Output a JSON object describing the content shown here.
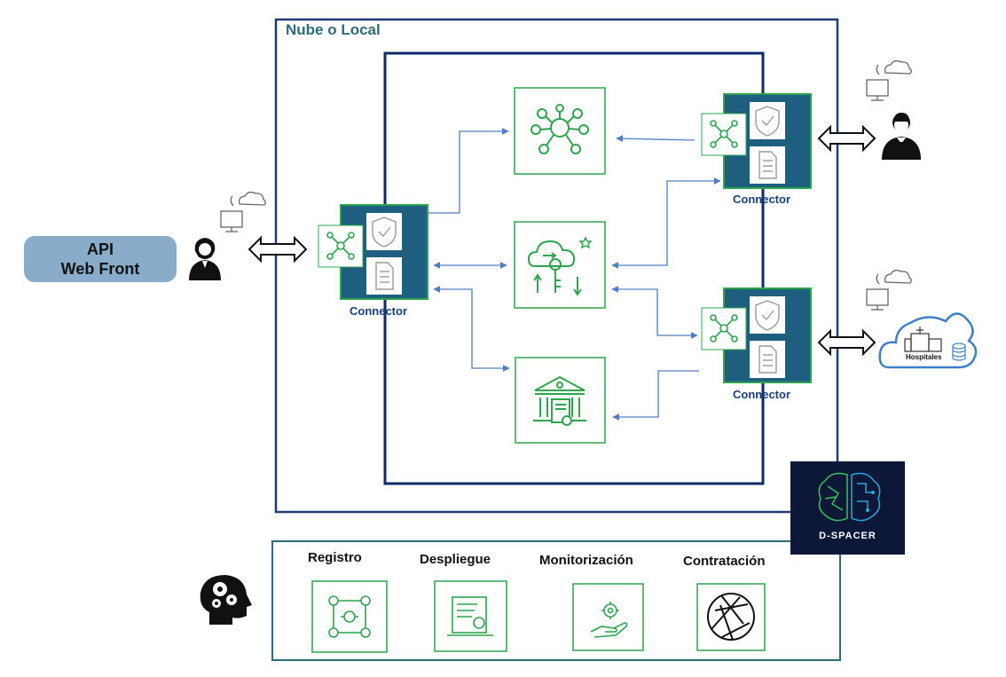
{
  "diagram": {
    "outer_title": "Nube o Local",
    "connector_label": "Connector",
    "api_box": {
      "line1": "API",
      "line2": "Web Front"
    },
    "dspacer_label": "D-SPACER",
    "hospital_label": "Hospitales",
    "services": [
      "Registro",
      "Despliegue",
      "Monitorización",
      "Contratación"
    ]
  },
  "colors": {
    "frame": "#1f3b73",
    "teal_frame": "#2e6a7a",
    "connector_fill": "#1e5e7e",
    "green": "#2ea44f",
    "arrow": "#4f7fc2",
    "api_box": "#8aaccb",
    "dspacer_bg": "#0d1838"
  },
  "icons": {
    "connector": [
      "network-icon",
      "shield-check-icon",
      "document-icon"
    ],
    "center_boxes": [
      "network-icon",
      "cloud-key-icon",
      "institution-icon"
    ],
    "services": [
      "network-people-icon",
      "certificate-icon",
      "hand-gear-icon",
      "aperture-icon"
    ]
  }
}
